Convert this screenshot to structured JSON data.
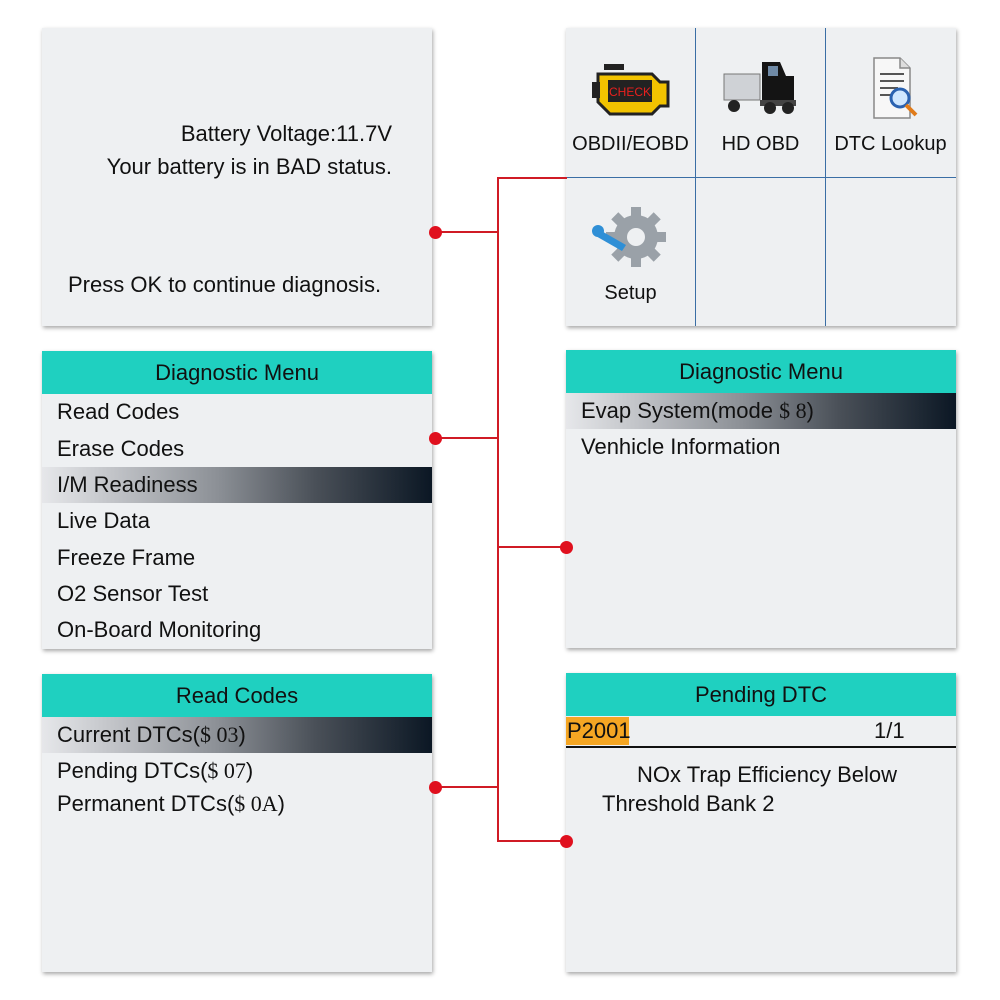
{
  "battery_screen": {
    "voltage_line": "Battery Voltage:11.7V",
    "status_line": "Your battery is in BAD status.",
    "prompt_line": "Press OK to continue diagnosis."
  },
  "home_screen": {
    "tiles": [
      {
        "label": "OBDII/EOBD",
        "icon": "check-engine-icon",
        "icon_text": "CHECK"
      },
      {
        "label": "HD OBD",
        "icon": "truck-icon"
      },
      {
        "label": "DTC Lookup",
        "icon": "document-search-icon"
      },
      {
        "label": "Setup",
        "icon": "gear-wrench-icon"
      }
    ]
  },
  "diag_menu_1": {
    "title": "Diagnostic Menu",
    "items": [
      "Read Codes",
      "Erase Codes",
      "I/M Readiness",
      "Live Data",
      "Freeze Frame",
      "O2 Sensor Test",
      "On-Board Monitoring"
    ],
    "selected_index": 2
  },
  "diag_menu_2": {
    "title": "Diagnostic Menu",
    "items": [
      {
        "text": "Evap System(mode ",
        "code": "$ 8",
        "suffix": ")"
      },
      {
        "text": "Venhicle Information",
        "code": "",
        "suffix": ""
      }
    ],
    "selected_index": 0
  },
  "read_codes": {
    "title": "Read Codes",
    "items": [
      {
        "text": "Current DTCs(",
        "code": "$ 03",
        "suffix": ")"
      },
      {
        "text": "Pending DTCs(",
        "code": "$ 07",
        "suffix": ")"
      },
      {
        "text": "Permanent DTCs(",
        "code": "$ 0A",
        "suffix": ")"
      }
    ],
    "selected_index": 0
  },
  "pending_dtc": {
    "title": "Pending DTC",
    "code": "P2001",
    "page": "1/1",
    "description_line1": "NOx Trap Efficiency Below",
    "description_line2": "Threshold Bank 2"
  },
  "colors": {
    "header_teal": "#1fd0c0",
    "connector_red": "#d01b25",
    "code_highlight": "#f5a623",
    "grid_blue": "#3a6ea5",
    "screen_bg": "#eef0f2"
  }
}
